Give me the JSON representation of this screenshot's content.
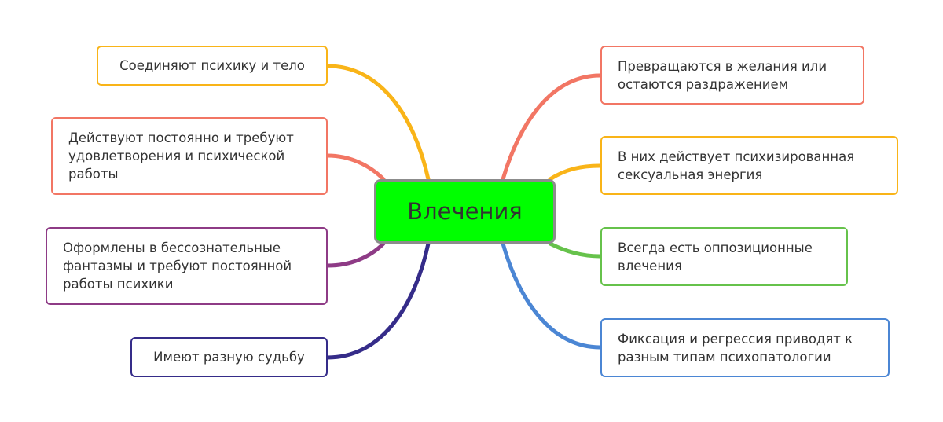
{
  "center": {
    "label": "Влечения",
    "fill": "#00ff00",
    "border": "#8c8c8c"
  },
  "branches": [
    {
      "id": "l1",
      "side": "left",
      "color": "#f9b418",
      "text": "Соединяют психику и тело"
    },
    {
      "id": "l2",
      "side": "left",
      "color": "#f27664",
      "text": "Действуют постоянно и требуют удовлетворения и психической работы"
    },
    {
      "id": "l3",
      "side": "left",
      "color": "#8e3b86",
      "text": "Оформлены в бессознательные фантазмы и требуют постоянной работы психики"
    },
    {
      "id": "l4",
      "side": "left",
      "color": "#352c89",
      "text": "Имеют разную судьбу"
    },
    {
      "id": "r1",
      "side": "right",
      "color": "#f27664",
      "text": "Превращаются в желания или остаются раздражением"
    },
    {
      "id": "r2",
      "side": "right",
      "color": "#f9b418",
      "text": "В них действует психизированная сексуальная  энергия"
    },
    {
      "id": "r3",
      "side": "right",
      "color": "#66c24b",
      "text": "Всегда есть оппозиционные влечения"
    },
    {
      "id": "r4",
      "side": "right",
      "color": "#4b86d4",
      "text": "Фиксация и регрессия приводят к разным типам психопатологии"
    }
  ]
}
